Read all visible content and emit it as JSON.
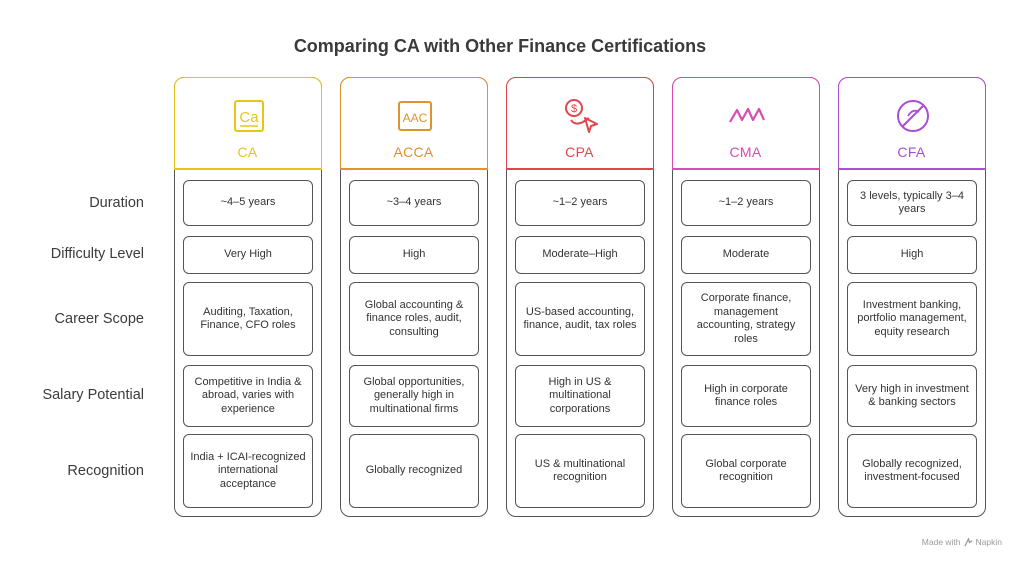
{
  "title": "Comparing CA with Other Finance Certifications",
  "rows": [
    "Duration",
    "Difficulty Level",
    "Career Scope",
    "Salary Potential",
    "Recognition"
  ],
  "columns": [
    {
      "name": "CA",
      "color": "#e6c619",
      "icon": "ca-badge-icon",
      "cells": [
        "~4–5 years",
        "Very High",
        "Auditing, Taxation, Finance, CFO roles",
        "Competitive in India & abroad, varies with experience",
        "India + ICAI-recognized international acceptance"
      ]
    },
    {
      "name": "ACCA",
      "color": "#e0922b",
      "icon": "aac-badge-icon",
      "cells": [
        "~3–4 years",
        "High",
        "Global accounting & finance roles, audit, consulting",
        "Global opportunities, generally high in multinational firms",
        "Globally recognized"
      ]
    },
    {
      "name": "CPA",
      "color": "#e0464d",
      "icon": "dollar-cursor-icon",
      "cells": [
        "~1–2 years",
        "Moderate–High",
        "US-based accounting, finance, audit, tax roles",
        "High in US & multinational corporations",
        "US & multinational recognition"
      ]
    },
    {
      "name": "CMA",
      "color": "#d84bb0",
      "icon": "zigzag-icon",
      "cells": [
        "~1–2 years",
        "Moderate",
        "Corporate finance, management accounting, strategy roles",
        "High in corporate finance roles",
        "Global corporate recognition"
      ]
    },
    {
      "name": "CFA",
      "color": "#a94fd4",
      "icon": "no-entry-icon",
      "cells": [
        "3 levels, typically 3–4 years",
        "High",
        "Investment banking, portfolio management, equity research",
        "Very high in investment & banking sectors",
        "Globally recognized, investment-focused"
      ]
    }
  ],
  "footer": {
    "made_with": "Made with",
    "brand": "Napkin"
  }
}
